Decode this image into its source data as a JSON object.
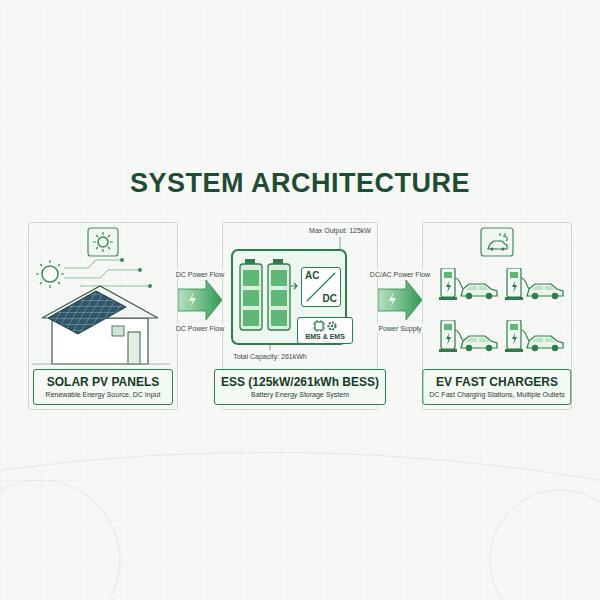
{
  "diagram": {
    "title": "SYSTEM ARCHITECTURE",
    "nodes": [
      {
        "text": [
          "SOLAR PV PANELS",
          "Renewable Energy Source, DC Input"
        ]
      },
      {
        "text": [
          "ESS (125kW/261kWh BESS)",
          "Battery Energy Storage System"
        ]
      },
      {
        "text": [
          "AC",
          "DC"
        ],
        "in": 1
      },
      {
        "text": [
          "BMS & EMS"
        ],
        "in": 1
      },
      {
        "text": [
          "EV FAST CHARGERS",
          "DC Fast Charging Stations, Multiple Outlets"
        ]
      }
    ],
    "edges": [
      {
        "from": 0,
        "to": 1,
        "arrow": "to",
        "label": "DC Power Flow"
      },
      {
        "from": 1,
        "to": 4,
        "arrow": "to",
        "label": "DC/AC Power Flow"
      }
    ],
    "labels": [
      "Max Output: 125kW",
      "DC Power Flow",
      "Power Supply",
      "Total Capacity: 261kWh"
    ]
  }
}
